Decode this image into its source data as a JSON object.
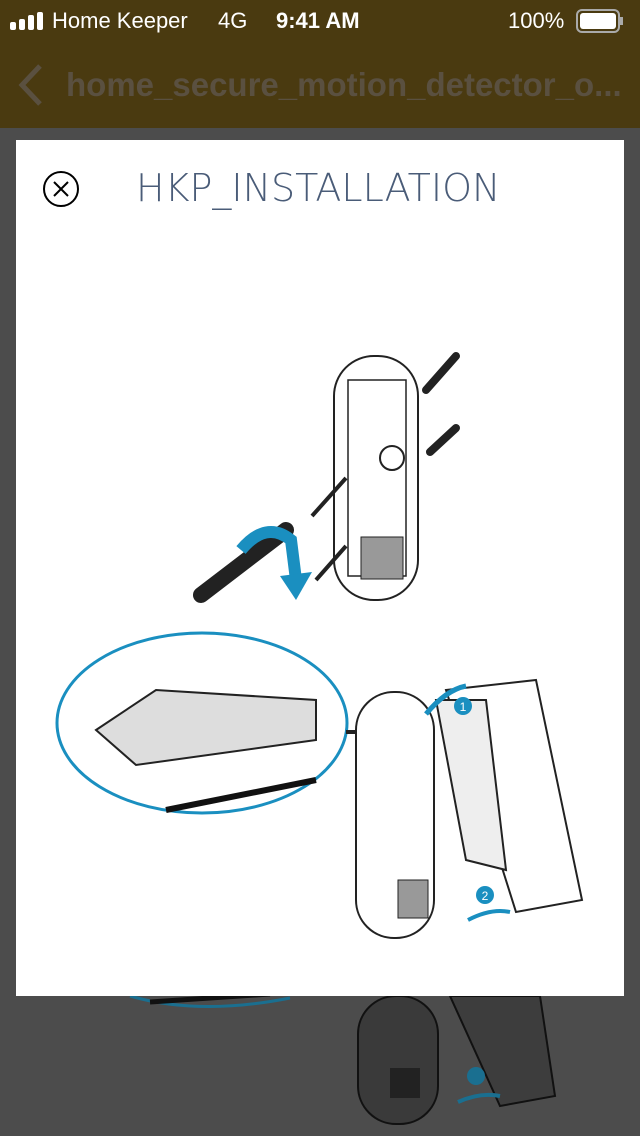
{
  "status_bar": {
    "carrier": "Home Keeper",
    "network": "4G",
    "time": "9:41 AM",
    "battery": "100%"
  },
  "nav": {
    "title": "home_secure_motion_detector_o..."
  },
  "modal": {
    "title": "HKP_INSTALLATION",
    "step_labels": [
      "1",
      "2"
    ]
  },
  "colors": {
    "header": "#4a3a10",
    "accent": "#1a8fc0",
    "title": "#4a5c78"
  }
}
